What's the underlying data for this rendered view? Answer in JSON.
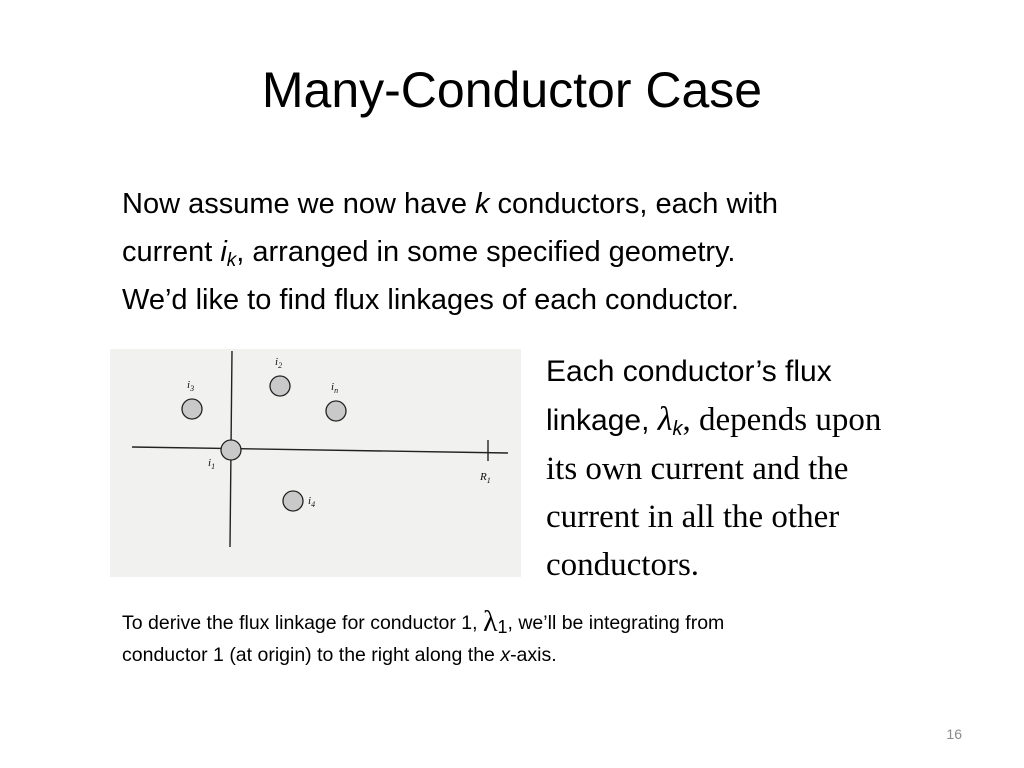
{
  "slide": {
    "title": "Many-Conductor Case",
    "page_number": "16"
  },
  "para1": {
    "l1_a": "Now assume we now have ",
    "l1_k": "k",
    "l1_b": " conductors, each with",
    "l2_a": "current ",
    "l2_i": "i",
    "l2_sub": "k",
    "l2_b": ", arranged in some specified geometry.",
    "l3": "We’d like to find flux linkages of each conductor."
  },
  "para2": {
    "l1": "Each conductor’s flux",
    "l2_a": "linkage, ",
    "l2_lambda": "λ",
    "l2_sub": "k",
    "l2_b": ", depends upon",
    "l3": "its own current and the",
    "l4": "current in all the other",
    "l5": "conductors."
  },
  "para3": {
    "l1_a": "To derive the flux linkage for conductor 1, ",
    "l1_lambda": "λ",
    "l1_sub": "1",
    "l1_b": ", we’ll be integrating from",
    "l2_a": "conductor 1 (at origin) to the right along the ",
    "l2_x": "x",
    "l2_b": "-axis."
  },
  "diagram": {
    "conductors": [
      {
        "letter": "i",
        "sub": "1"
      },
      {
        "letter": "i",
        "sub": "2"
      },
      {
        "letter": "i",
        "sub": "3"
      },
      {
        "letter": "i",
        "sub": "4"
      },
      {
        "letter": "i",
        "sub": "n"
      }
    ],
    "axis_mark": {
      "letter": "R",
      "sub": "1"
    }
  }
}
